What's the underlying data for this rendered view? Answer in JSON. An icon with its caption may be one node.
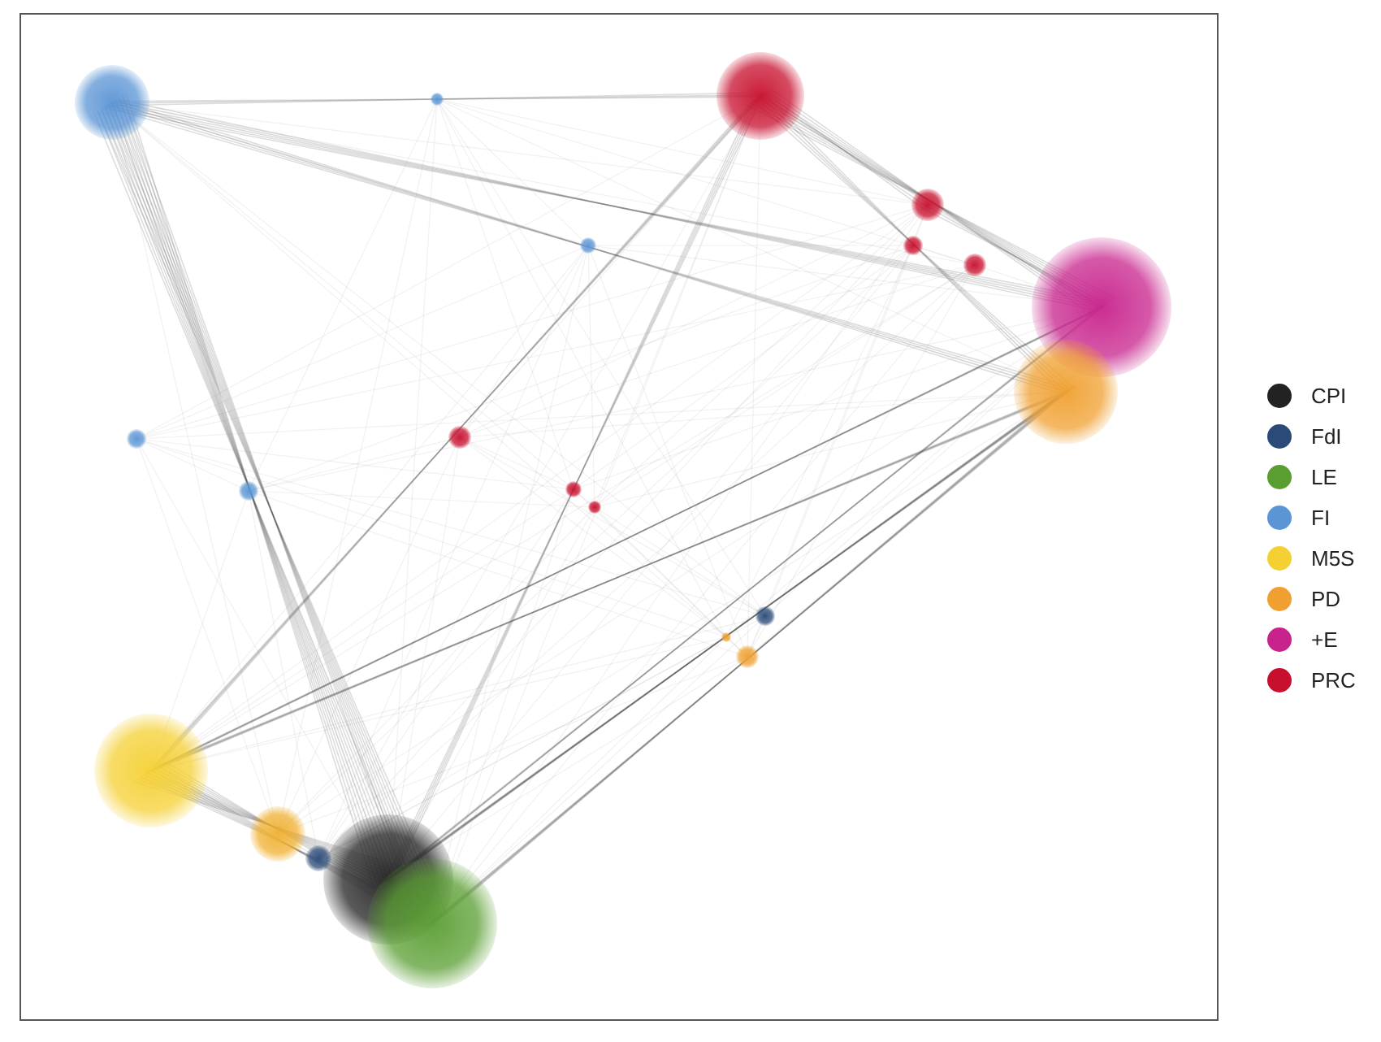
{
  "diagram": {
    "legend": [
      {
        "text": "CPI",
        "color": "#222222"
      },
      {
        "text": "FdI",
        "color": "#2b4a78"
      },
      {
        "text": "LE",
        "color": "#5a9e32"
      },
      {
        "text": "FI",
        "color": "#5b95d5"
      },
      {
        "text": "M5S",
        "color": "#f5d033"
      },
      {
        "text": "PD",
        "color": "#f0a030"
      },
      {
        "text": "+E",
        "color": "#c8228c"
      },
      {
        "text": "PRC",
        "color": "#c8102e"
      }
    ]
  }
}
